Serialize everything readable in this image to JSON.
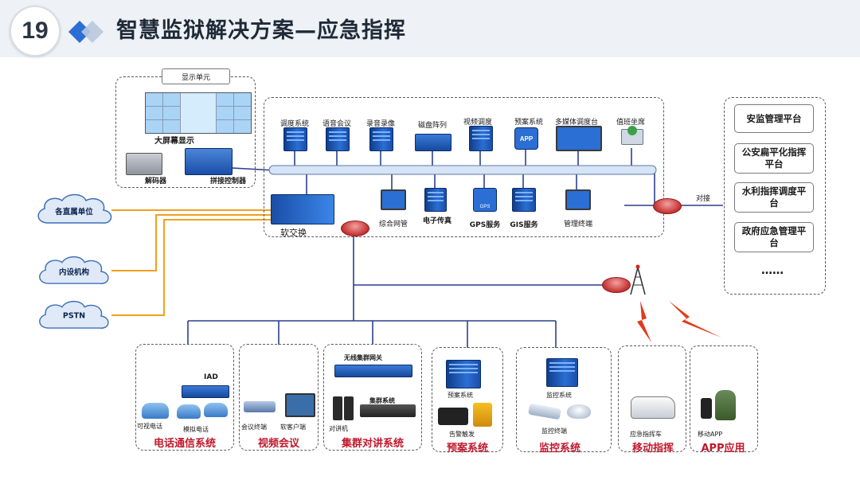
{
  "header": {
    "page_number": "19",
    "title": "智慧监狱解决方案—应急指挥"
  },
  "display_unit": {
    "title": "显示单元",
    "big_screen": "大屏幕显示",
    "decoder": "解码器",
    "splice_controller": "拼接控制器"
  },
  "core": {
    "softswitch": "软交换",
    "top_items": [
      "调度系统",
      "语音会议",
      "录音录像",
      "磁盘阵列",
      "视频调度",
      "预案系统",
      "多媒体调度台",
      "值班坐席"
    ],
    "bottom_items": [
      "综合网管",
      "电子传真",
      "GPS服务",
      "GIS服务",
      "管理终端"
    ],
    "app_icon_text": "APP",
    "gps_icon_text": "GPS",
    "link_label": "对接"
  },
  "clouds": [
    "各直属单位",
    "内设机构",
    "PSTN"
  ],
  "right_platforms": [
    "安监管理平台",
    "公安扁平化指挥平台",
    "水利指挥调度平台",
    "政府应急管理平台",
    "……"
  ],
  "bottom_systems": [
    {
      "title": "电话通信系统",
      "labels": [
        "IAD",
        "可视电话",
        "模拟电话"
      ]
    },
    {
      "title": "视频会议",
      "labels": [
        "会议终端",
        "软客户端"
      ]
    },
    {
      "title": "集群对讲系统",
      "labels": [
        "无线集群网关",
        "对讲机",
        "集群系统"
      ]
    },
    {
      "title": "预案系统",
      "labels": [
        "预案系统",
        "告警触发"
      ]
    },
    {
      "title": "监控系统",
      "labels": [
        "监控系统",
        "监控终端"
      ]
    },
    {
      "title": "移动指挥",
      "labels": [
        "应急指挥车"
      ]
    },
    {
      "title": "APP应用",
      "labels": [
        "移动APP"
      ]
    }
  ],
  "colors": {
    "header_bg": "#eef1f5",
    "title_text": "#1f2a38",
    "accent_blue": "#2b6ed4",
    "system_title_red": "#c0182c",
    "pstn_line_orange": "#f0a020",
    "network_line_blue": "#2b3f8f"
  }
}
